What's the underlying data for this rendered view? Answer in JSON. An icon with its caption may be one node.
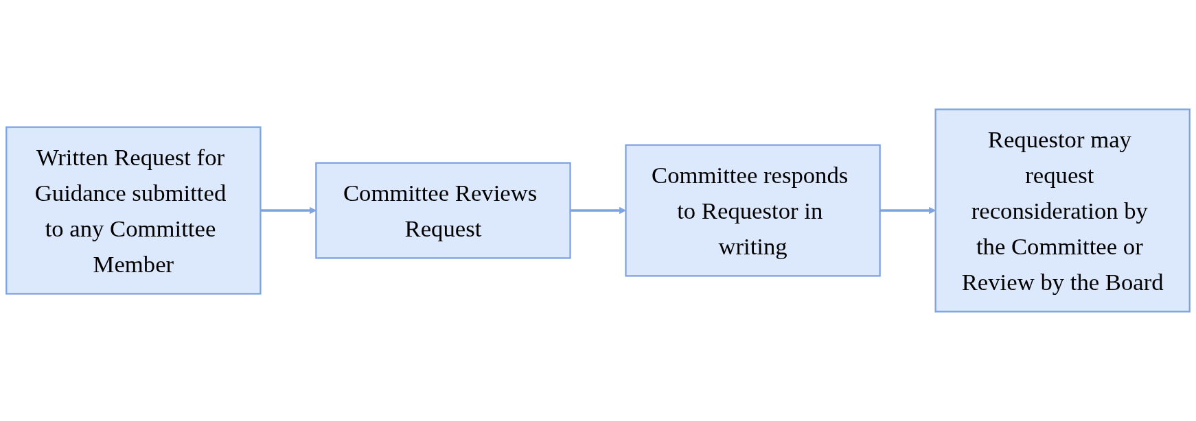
{
  "diagram": {
    "nodes": [
      {
        "text": [
          "Written Request for Guidance submitted to any Committee Member"
        ]
      },
      {
        "text": [
          "Committee Reviews Request"
        ]
      },
      {
        "text": [
          "Committee responds to Requestor in writing"
        ]
      },
      {
        "text": [
          "Requestor may request reconsideration by the Committee or Review by the Board"
        ]
      }
    ],
    "edges": [
      {
        "from": 0,
        "to": 1,
        "arrow": "to"
      },
      {
        "from": 1,
        "to": 2,
        "arrow": "to"
      },
      {
        "from": 2,
        "to": 3,
        "arrow": "to"
      }
    ]
  }
}
